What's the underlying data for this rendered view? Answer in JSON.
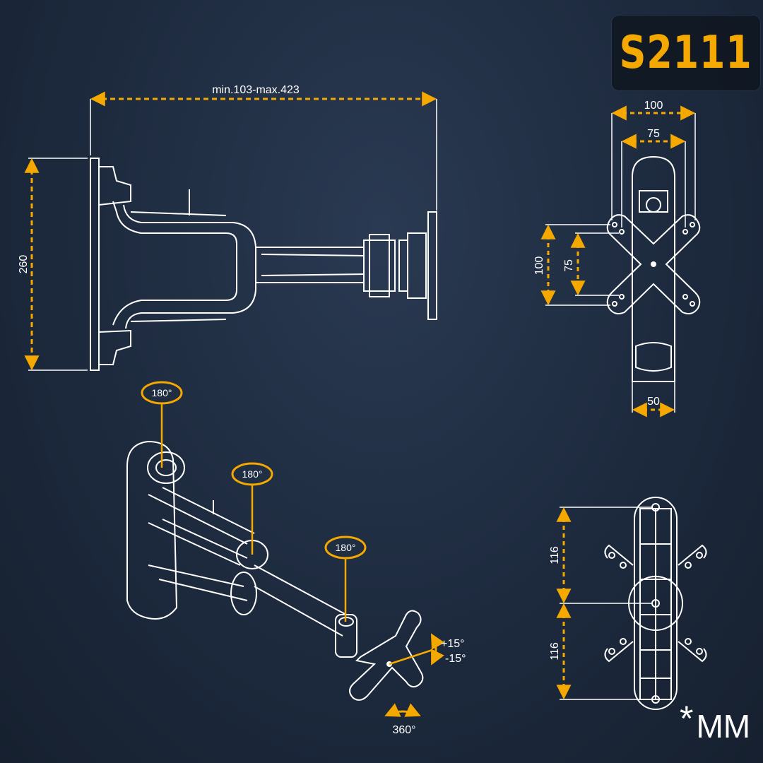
{
  "product": {
    "model": "S2111"
  },
  "dimensions": {
    "arm_extension": "min.103-max.423",
    "plate_height": "260",
    "vesa_outer_horizontal": "100",
    "vesa_inner_horizontal": "75",
    "vesa_outer_vertical": "100",
    "vesa_inner_vertical": "75",
    "arm_width": "50",
    "wall_plate_upper_spacing": "116",
    "wall_plate_lower_spacing": "116"
  },
  "rotations": {
    "wall_swivel": "180°",
    "middle_swivel": "180°",
    "head_swivel": "180°",
    "tilt_up": "+15°",
    "tilt_down": "-15°",
    "rotation": "360°"
  },
  "units": {
    "note": "MM"
  },
  "colors": {
    "accent": "#f5a800",
    "line": "#ffffff",
    "background": "#1d2a3e"
  }
}
